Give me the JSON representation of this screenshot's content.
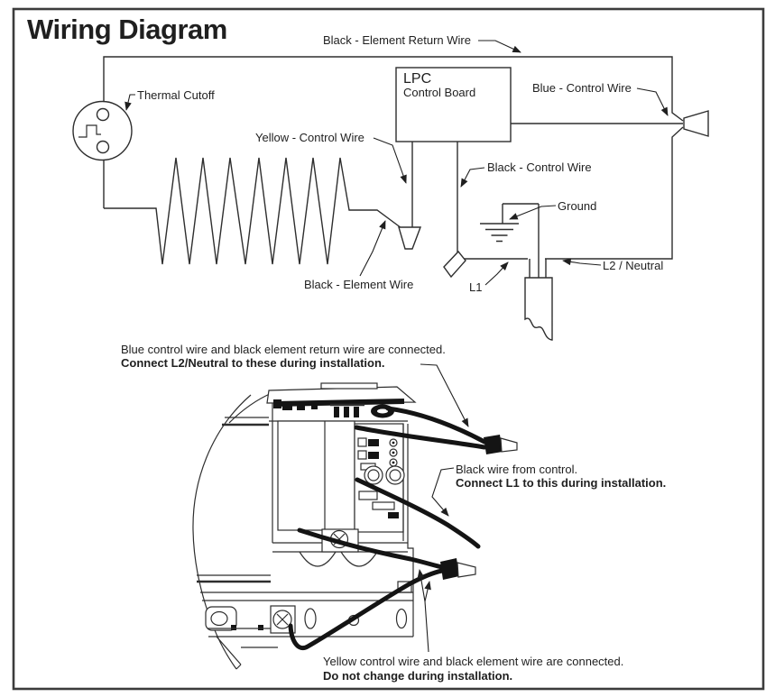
{
  "page": {
    "title": "Wiring Diagram"
  },
  "colors": {
    "ink": "#1f1f1f",
    "line": "#2e2e2e",
    "wire": "#141414",
    "border": "#3c3c3c",
    "background": "#ffffff"
  },
  "schematic": {
    "labels": {
      "element_return": "Black - Element Return Wire",
      "thermal_cutoff": "Thermal Cutoff",
      "lpc_title": "LPC",
      "lpc_subtitle": "Control Board",
      "blue_control": "Blue - Control Wire",
      "yellow_control": "Yellow - Control Wire",
      "black_control": "Black - Control Wire",
      "ground": "Ground",
      "l1": "L1",
      "l2_neutral": "L2 / Neutral",
      "black_element": "Black - Element Wire"
    }
  },
  "annotations": [
    {
      "line1": "Blue control wire and black element return wire are connected.",
      "line2": "Connect L2/Neutral to these during installation."
    },
    {
      "line1": "Black wire from control.",
      "line2": "Connect L1 to this during installation."
    },
    {
      "line1": "Yellow control wire and black element wire are connected.",
      "line2": "Do not change during installation."
    }
  ]
}
